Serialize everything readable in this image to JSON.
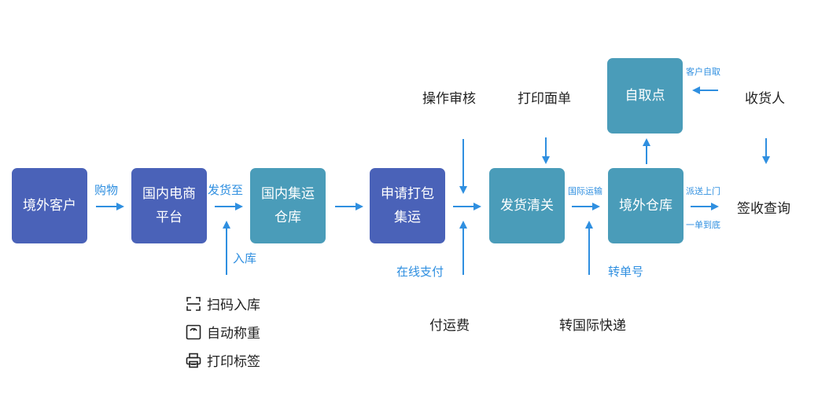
{
  "boxes": {
    "overseas_customer": "境外客户",
    "domestic_platform": "国内电商\n平台",
    "domestic_warehouse": "国内集运\n仓库",
    "apply_pack": "申请打包\n集运",
    "ship_customs": "发货清关",
    "overseas_warehouse": "境外仓库",
    "pickup_point": "自取点"
  },
  "nodes": {
    "review": "操作审核",
    "print_waybill": "打印面单",
    "receiver": "收货人",
    "sign_query": "签收查询",
    "pay_freight": "付运费",
    "intl_express": "转国际快递"
  },
  "labels": {
    "purchase": "购物",
    "ship_to": "发货至",
    "inbound": "入库",
    "online_pay": "在线支付",
    "intl_transport": "国际运输",
    "transfer_no": "转单号",
    "customer_pickup": "客户自取",
    "door_delivery": "派送上门",
    "one_waybill": "一单到底"
  },
  "tools": {
    "scan_inbound": "扫码入库",
    "auto_weigh": "自动称重",
    "print_label": "打印标签"
  },
  "colors": {
    "blue": "#4a62b8",
    "teal": "#4a9cb9",
    "accent": "#2f8fe0"
  }
}
